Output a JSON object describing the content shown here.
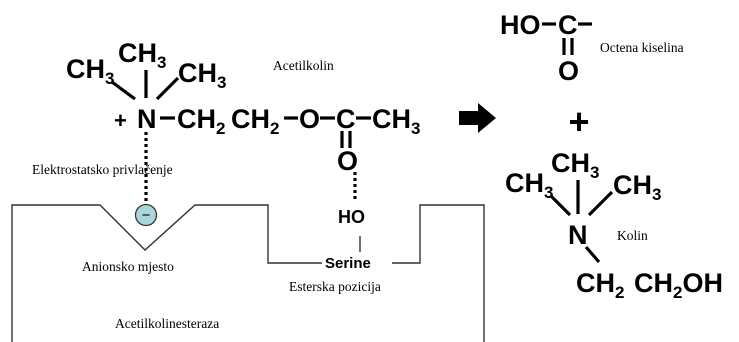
{
  "acetylcholine": {
    "ch3_top": "CH",
    "ch3_top_sub": "3",
    "ch3_left": "CH",
    "ch3_left_sub": "3",
    "ch3_right": "CH",
    "ch3_right_sub": "3",
    "plus_charge": "+",
    "nitrogen": "N",
    "chain_ch2_a": "CH",
    "chain_ch2_a_sub": "2",
    "chain_ch2_b": "CH",
    "chain_ch2_b_sub": "2",
    "oxygen": "O",
    "carbon": "C",
    "methyl": "CH",
    "methyl_sub": "3",
    "carbonyl_o": "O",
    "label": "Acetilkolin"
  },
  "enzyme": {
    "hydroxyl": "HO",
    "serine_label": "Serine",
    "anion_charge": "−",
    "electrostatic_label": "Elektrostatsko privlačenje",
    "anionic_site_label": "Anionsko mjesto",
    "ester_site_label": "Esterska pozicija",
    "enzyme_label": "Acetilkolinesteraza"
  },
  "acetic_acid": {
    "ho": "HO",
    "carbon": "C",
    "oxygen": "O",
    "label": "Octena kiselina"
  },
  "plus_sign": "+",
  "choline": {
    "ch3_top": "CH",
    "ch3_top_sub": "3",
    "ch3_left": "CH",
    "ch3_left_sub": "3",
    "ch3_right": "CH",
    "ch3_right_sub": "3",
    "nitrogen": "N",
    "ch2": "CH",
    "ch2_sub": "2",
    "ch2oh": "CH",
    "ch2oh_sub": "2",
    "oh": "OH",
    "label": "Kolin"
  },
  "colors": {
    "anion_fill": "#a9d7d9",
    "anion_stroke": "#333333",
    "enzyme_outline": "#333333"
  }
}
